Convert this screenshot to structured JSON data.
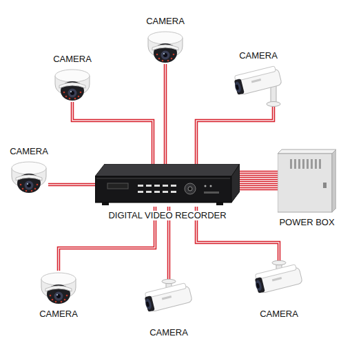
{
  "diagram": {
    "nodes": [
      {
        "text": [
          "CAMERA"
        ]
      },
      {
        "text": [
          "CAMERA"
        ]
      },
      {
        "text": [
          "CAMERA"
        ]
      },
      {
        "text": [
          "CAMERA"
        ]
      },
      {
        "text": [
          "DIGITAL VIDEO RECORDER"
        ]
      },
      {
        "text": [
          "POWER BOX"
        ]
      },
      {
        "text": [
          "CAMERA"
        ]
      },
      {
        "text": [
          "CAMERA"
        ]
      },
      {
        "text": [
          "CAMERA"
        ]
      }
    ],
    "edges": [
      {
        "from": 0,
        "to": 4,
        "arrow": "none"
      },
      {
        "from": 1,
        "to": 4,
        "arrow": "none"
      },
      {
        "from": 2,
        "to": 4,
        "arrow": "none"
      },
      {
        "from": 3,
        "to": 4,
        "arrow": "none"
      },
      {
        "from": 5,
        "to": 4,
        "arrow": "none"
      },
      {
        "from": 6,
        "to": 4,
        "arrow": "none"
      },
      {
        "from": 7,
        "to": 4,
        "arrow": "none"
      },
      {
        "from": 8,
        "to": 4,
        "arrow": "none"
      }
    ]
  }
}
